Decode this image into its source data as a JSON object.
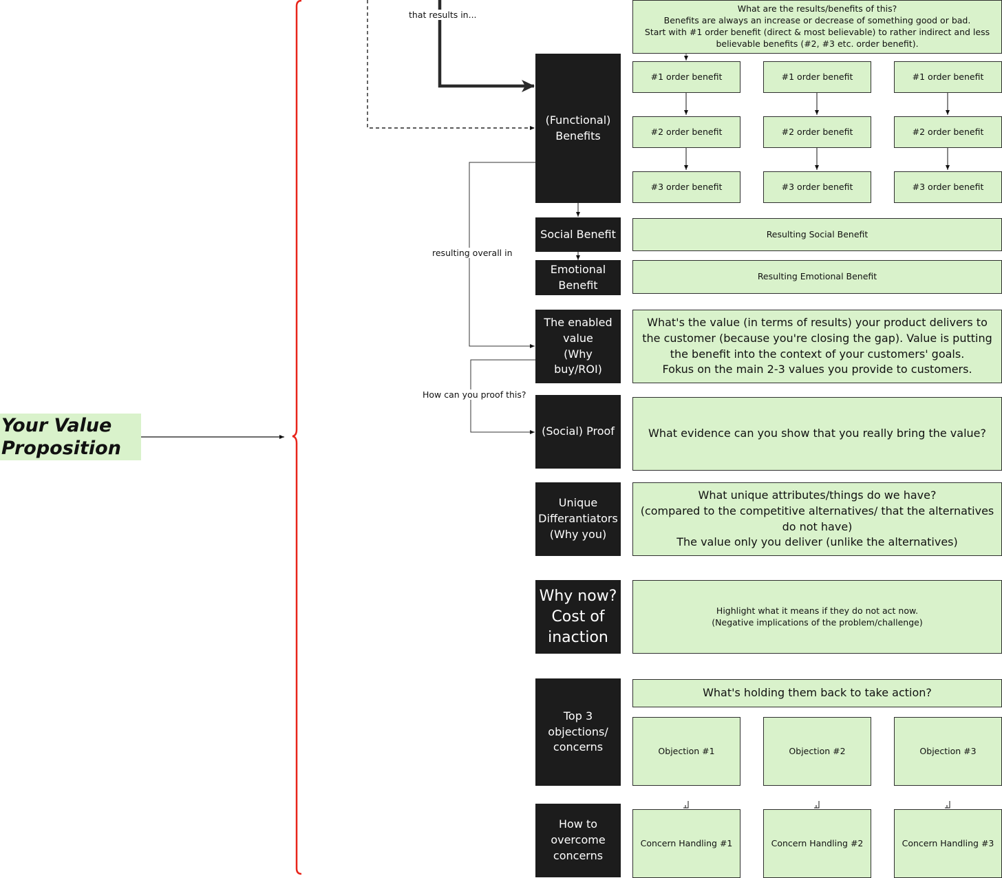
{
  "title": "Your Value\nProposition",
  "labels": {
    "results_in": "that results in...",
    "overall": "resulting overall in",
    "proof_q": "How can you proof this?"
  },
  "categories": {
    "functional": "(Functional)\nBenefits",
    "social": "Social Benefit",
    "emotional": "Emotional\nBenefit",
    "value": "The enabled\nvalue\n(Why buy/ROI)",
    "proof": "(Social) Proof",
    "unique": "Unique\nDifferantiators\n(Why you)",
    "whynow": "Why now?\nCost of\ninaction",
    "objections": "Top 3\nobjections/\nconcerns",
    "overcome": "How to\novercome\nconcerns"
  },
  "notes": {
    "benefits_intro": "What are the results/benefits of this?\nBenefits are always an increase or decrease of something good or bad.\nStart with #1 order benefit (direct & most believable) to rather indirect and less believable benefits (#2, #3 etc. order benefit).",
    "social": "Resulting Social Benefit",
    "emotional": "Resulting Emotional Benefit",
    "value": "What's the value (in terms of results) your product delivers to the customer (because you're closing the gap). Value is putting the benefit into the context of your customers' goals.\nFokus on the main 2-3 values you provide to customers.",
    "proof": "What evidence can you show that you really bring the value?",
    "unique": "What unique attributes/things do we have?\n(compared to the competitive alternatives/ that the alternatives do not have)\nThe value only you deliver (unlike the alternatives)",
    "whynow": "Highlight what it means if they do not act now.\n(Negative implications of the problem/challenge)",
    "holding": "What's holding them back to take action?"
  },
  "benefits": {
    "first": [
      "#1 order benefit",
      "#1 order benefit",
      "#1 order benefit"
    ],
    "second": [
      "#2 order benefit",
      "#2 order benefit",
      "#2 order benefit"
    ],
    "third": [
      "#3 order benefit",
      "#3 order benefit",
      "#3 order benefit"
    ]
  },
  "objections": [
    "Objection #1",
    "Objection #2",
    "Objection #3"
  ],
  "handling": [
    "Concern Handling #1",
    "Concern Handling #2",
    "Concern Handling #3"
  ],
  "colors": {
    "dark": "#1c1c1c",
    "green": "#d9f2cb",
    "brace": "#e8241a"
  }
}
